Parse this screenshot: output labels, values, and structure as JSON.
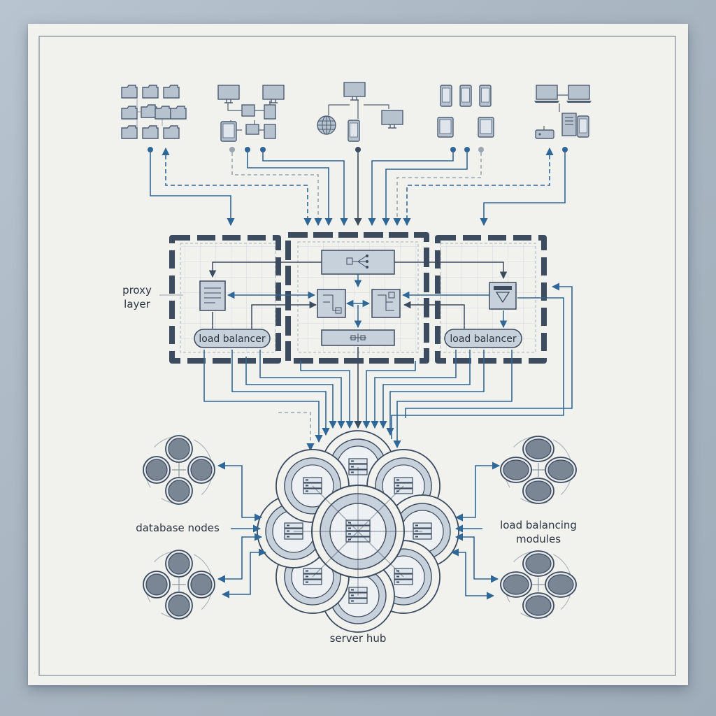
{
  "labels": {
    "proxy_layer_line1": "proxy",
    "proxy_layer_line2": "layer",
    "load_balancer_left": "load balancer",
    "load_balancer_right": "load balancer",
    "database_nodes": "database nodes",
    "load_balancing_modules_line1": "load balancing",
    "load_balancing_modules_line2": "modules",
    "server_hub": "server hub"
  },
  "colors": {
    "accent_blue": "#2f6796",
    "slate": "#4f5f73",
    "dark_frame": "#3d4b5e",
    "panel_fill": "#c7d1dc",
    "node_fill": "#7b8694"
  },
  "client_groups": [
    {
      "name": "folder-cluster",
      "icons": [
        "folder-icon",
        "folder-icon",
        "folder-icon",
        "folder-icon",
        "folder-icon",
        "folder-icon",
        "folder-icon",
        "folder-icon",
        "folder-icon",
        "folder-icon"
      ]
    },
    {
      "name": "workstation-cluster",
      "icons": [
        "monitor-icon",
        "monitor-icon",
        "monitor-icon",
        "tablet-icon"
      ]
    },
    {
      "name": "web-cluster",
      "icons": [
        "monitor-icon",
        "globe-icon",
        "phone-icon",
        "monitor-icon"
      ]
    },
    {
      "name": "mobile-cluster",
      "icons": [
        "phone-icon",
        "phone-icon",
        "phone-icon",
        "tablet-icon",
        "tablet-icon"
      ]
    },
    {
      "name": "desktop-cluster",
      "icons": [
        "laptop-icon",
        "laptop-icon",
        "server-tower-icon",
        "phone-icon",
        "router-icon"
      ]
    }
  ]
}
